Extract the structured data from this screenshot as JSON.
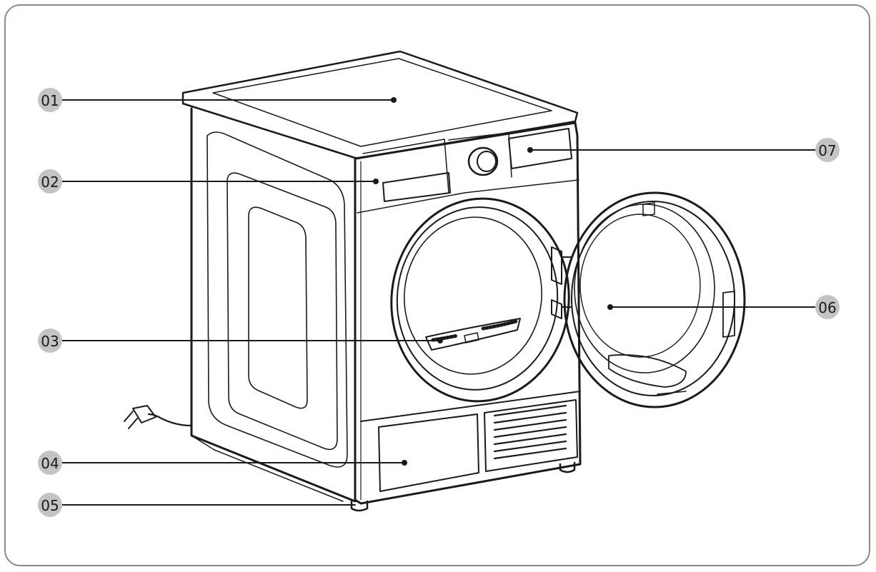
{
  "callouts": [
    {
      "number": "01"
    },
    {
      "number": "02"
    },
    {
      "number": "03"
    },
    {
      "number": "04"
    },
    {
      "number": "05"
    },
    {
      "number": "06"
    },
    {
      "number": "07"
    }
  ],
  "colors": {
    "badge": "#c4c4c4",
    "line": "#1a1a1a",
    "frame": "#8a8a8a"
  }
}
